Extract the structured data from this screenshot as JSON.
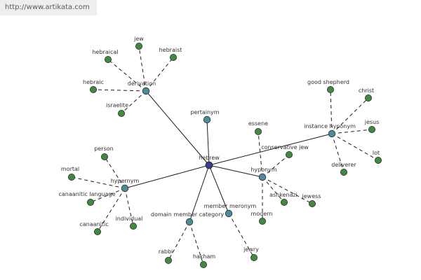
{
  "watermark": "http://www.artikata.com",
  "graph": {
    "colors": {
      "center": "#3a3a8a",
      "relation": "#4a8c9a",
      "term": "#3f8a3f",
      "node_stroke": "#2b2b2b",
      "edge": "#1e1e1e"
    },
    "center": {
      "id": "hebrew",
      "label": "hebrew"
    },
    "relations": [
      {
        "id": "derivation",
        "label": "derivation",
        "terms": [
          {
            "id": "jew",
            "label": "jew"
          },
          {
            "id": "hebraist",
            "label": "hebraist"
          },
          {
            "id": "hebraical",
            "label": "hebraical"
          },
          {
            "id": "hebraic",
            "label": "hebraic"
          },
          {
            "id": "israelite",
            "label": "israelite"
          }
        ]
      },
      {
        "id": "pertainym",
        "label": "pertainym",
        "terms": []
      },
      {
        "id": "instance-hyponym",
        "label": "instance hyponym",
        "terms": [
          {
            "id": "good-shepherd",
            "label": "good shepherd"
          },
          {
            "id": "christ",
            "label": "christ"
          },
          {
            "id": "jesus",
            "label": "jesus"
          },
          {
            "id": "lot",
            "label": "lot"
          },
          {
            "id": "deliverer",
            "label": "deliverer"
          }
        ]
      },
      {
        "id": "hyponym",
        "label": "hyponym",
        "terms": [
          {
            "id": "essene",
            "label": "essene"
          },
          {
            "id": "conservative-jew",
            "label": "conservative jew"
          },
          {
            "id": "ashkenazi",
            "label": "ashkenazi"
          },
          {
            "id": "jewess",
            "label": "jewess"
          },
          {
            "id": "modern",
            "label": "modern"
          }
        ]
      },
      {
        "id": "hypernym",
        "label": "hypernym",
        "terms": [
          {
            "id": "person",
            "label": "person"
          },
          {
            "id": "mortal",
            "label": "mortal"
          },
          {
            "id": "canaanitic-language",
            "label": "canaanitic language"
          },
          {
            "id": "canaanitic",
            "label": "canaanitic"
          },
          {
            "id": "individual",
            "label": "individual"
          }
        ]
      },
      {
        "id": "domain-member-category",
        "label": "domain member category",
        "terms": [
          {
            "id": "rabbi",
            "label": "rabbi"
          },
          {
            "id": "hakham",
            "label": "hakham"
          }
        ]
      },
      {
        "id": "member-meronym",
        "label": "member meronym",
        "terms": [
          {
            "id": "jewry",
            "label": "jewry"
          }
        ]
      }
    ]
  }
}
